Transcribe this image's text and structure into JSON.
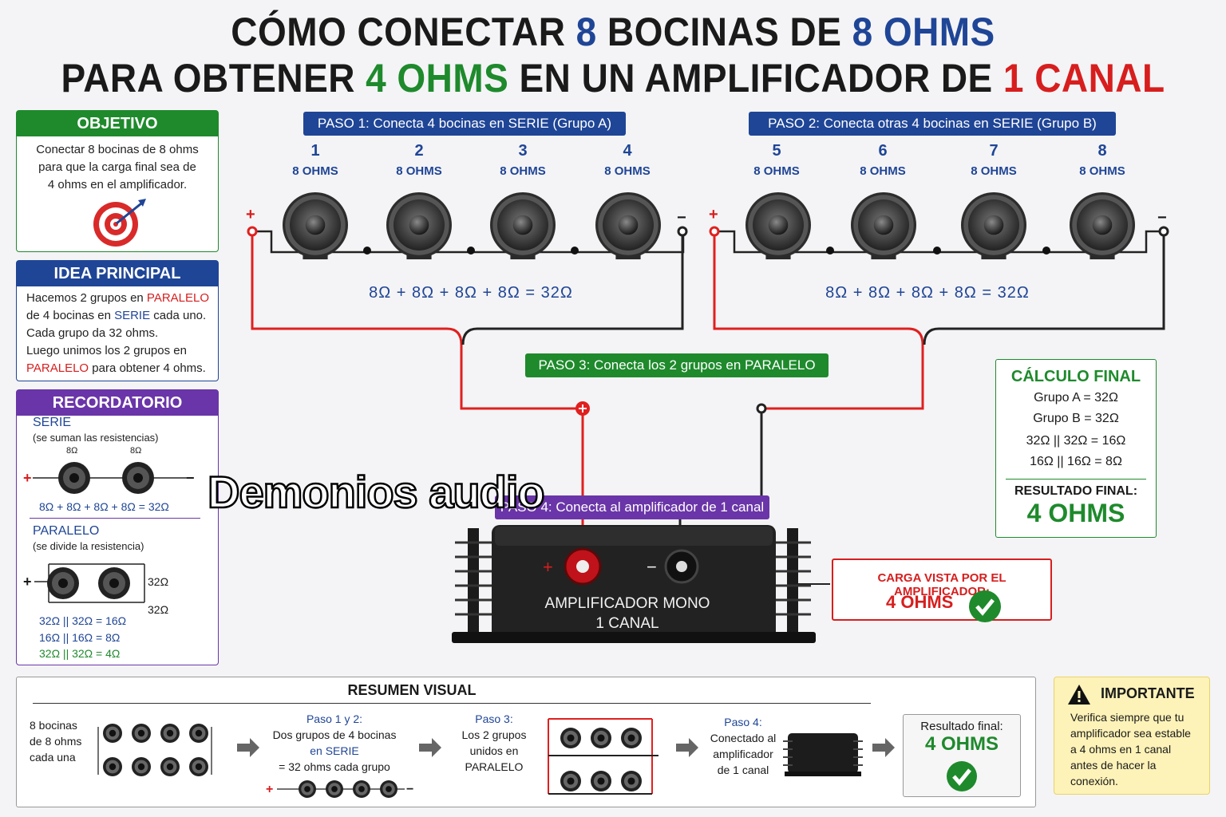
{
  "title": {
    "line1": {
      "p1": "CÓMO CONECTAR ",
      "p2": "8",
      "p3": " BOCINAS DE ",
      "p4": "8 OHMS"
    },
    "line2": {
      "p1": "PARA OBTENER ",
      "p2": "4 OHMS",
      "p3": " EN UN AMPLIFICADOR DE ",
      "p4": "1 CANAL"
    }
  },
  "objetivo": {
    "header": "OBJETIVO",
    "lines": [
      "Conectar 8 bocinas de 8 ohms",
      "para que la carga final sea de",
      "4 ohms en el amplificador."
    ]
  },
  "idea": {
    "header": "IDEA PRINCIPAL",
    "l1a": "Hacemos 2 grupos en ",
    "l1b": "PARALELO",
    "l2a": "de 4 bocinas en ",
    "l2b": "SERIE",
    "l2c": " cada uno.",
    "l3": "Cada grupo da 32 ohms.",
    "l4": "Luego unimos los 2 grupos en",
    "l5a": "PARALELO",
    "l5b": " para obtener 4 ohms."
  },
  "recordatorio": {
    "header": "RECORDATORIO",
    "serie": "SERIE",
    "serie_note": "(se suman las resistencias)",
    "s_ohm1": "8Ω",
    "s_ohm2": "8Ω",
    "serie_eq": "8Ω + 8Ω + 8Ω + 8Ω = 32Ω",
    "paralelo": "PARALELO",
    "paralelo_note": "(se divide la resistencia)",
    "p_ohm1": "32Ω",
    "p_ohm2": "32Ω",
    "eq1": "32Ω || 32Ω = 16Ω",
    "eq2": "16Ω || 16Ω = 8Ω",
    "eq3": "32Ω || 32Ω = 4Ω"
  },
  "steps": {
    "s1": "PASO 1: Conecta 4 bocinas en SERIE (Grupo A)",
    "s2": "PASO 2: Conecta otras 4 bocinas en SERIE (Grupo B)",
    "s3": "PASO 3: Conecta los 2 grupos en PARALELO",
    "s4": "PASO 4: Conecta al amplificador de 1 canal"
  },
  "speakers": [
    {
      "num": "1",
      "ohms": "8 OHMS"
    },
    {
      "num": "2",
      "ohms": "8 OHMS"
    },
    {
      "num": "3",
      "ohms": "8 OHMS"
    },
    {
      "num": "4",
      "ohms": "8 OHMS"
    },
    {
      "num": "5",
      "ohms": "8 OHMS"
    },
    {
      "num": "6",
      "ohms": "8 OHMS"
    },
    {
      "num": "7",
      "ohms": "8 OHMS"
    },
    {
      "num": "8",
      "ohms": "8 OHMS"
    }
  ],
  "group_eq_a": "8Ω + 8Ω + 8Ω + 8Ω = 32Ω",
  "group_eq_b": "8Ω + 8Ω + 8Ω + 8Ω = 32Ω",
  "signs": {
    "plus": "+",
    "minus": "−"
  },
  "watermark": "Demonios audio",
  "amp": {
    "line1": "AMPLIFICADOR MONO",
    "line2": "1 CANAL"
  },
  "carga": {
    "label": "CARGA VISTA POR EL AMPLIFICADOR:",
    "value": "4 OHMS"
  },
  "calculo": {
    "header": "CÁLCULO FINAL",
    "l1": "Grupo A = 32Ω",
    "l2": "Grupo B = 32Ω",
    "l3": "32Ω || 32Ω = 16Ω",
    "l4": "16Ω || 16Ω = 8Ω",
    "result_label": "RESULTADO FINAL:",
    "result": "4 OHMS"
  },
  "resumen": {
    "header": "RESUMEN VISUAL",
    "c1": [
      "8 bocinas",
      "de 8 ohms",
      "cada una"
    ],
    "c2_title": "Paso 1 y 2:",
    "c2a": "Dos grupos de 4 bocinas",
    "c2b": "en SERIE",
    "c2c": "= 32 ohms cada grupo",
    "c3_title": "Paso 3:",
    "c3": [
      "Los 2 grupos",
      "unidos en",
      "PARALELO"
    ],
    "c4_title": "Paso 4:",
    "c4": [
      "Conectado al",
      "amplificador",
      "de 1 canal"
    ],
    "final_label": "Resultado final:",
    "final_value": "4 OHMS"
  },
  "importante": {
    "header": "IMPORTANTE",
    "lines": [
      "Verifica siempre que tu",
      "amplificador sea estable",
      "a 4 ohms en 1 canal",
      "antes de hacer la",
      "conexión."
    ]
  },
  "colors": {
    "blue": "#1f4596",
    "green": "#1e8a2c",
    "red": "#d71e1e",
    "purple": "#6a35a8",
    "wire_red": "#e0201f"
  }
}
